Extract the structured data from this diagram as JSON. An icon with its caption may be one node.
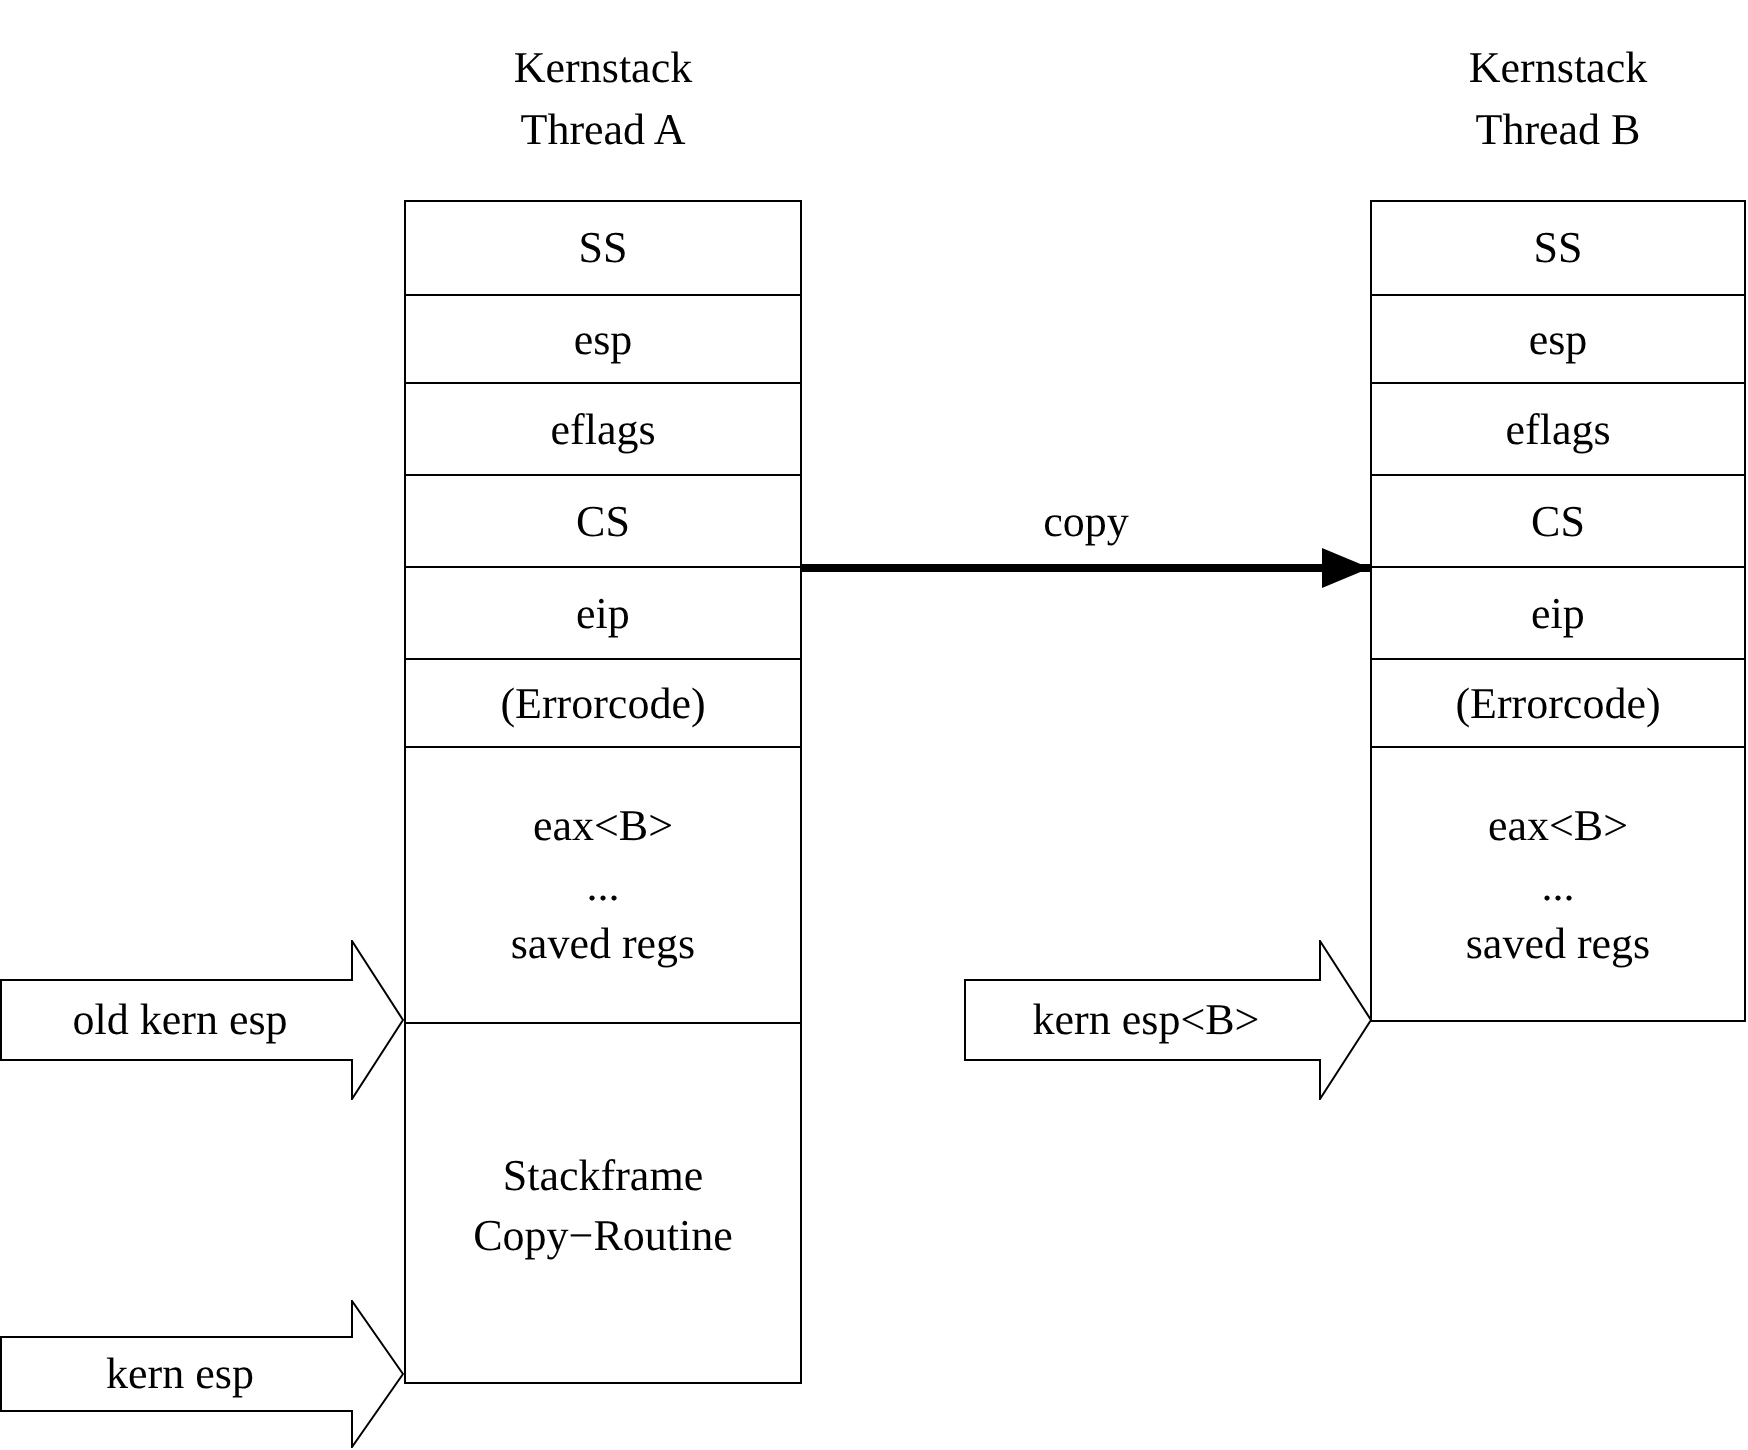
{
  "diagram": {
    "nodes": [
      {
        "text": [
          "Kernstack Thread A"
        ]
      },
      {
        "text": [
          "SS"
        ],
        "in": 0
      },
      {
        "text": [
          "esp"
        ],
        "in": 0
      },
      {
        "text": [
          "eflags"
        ],
        "in": 0
      },
      {
        "text": [
          "CS"
        ],
        "in": 0
      },
      {
        "text": [
          "eip"
        ],
        "in": 0
      },
      {
        "text": [
          "(Errorcode)"
        ],
        "in": 0
      },
      {
        "text": [
          "eax<B>",
          "...",
          "saved regs"
        ],
        "in": 0
      },
      {
        "text": [
          "Stackframe Copy−Routine"
        ],
        "in": 0
      },
      {
        "text": [
          "old kern esp"
        ]
      },
      {
        "text": [
          "kern esp"
        ]
      },
      {
        "text": [
          "Kernstack Thread B"
        ]
      },
      {
        "text": [
          "SS"
        ],
        "in": 11
      },
      {
        "text": [
          "esp"
        ],
        "in": 11
      },
      {
        "text": [
          "eflags"
        ],
        "in": 11
      },
      {
        "text": [
          "CS"
        ],
        "in": 11
      },
      {
        "text": [
          "eip"
        ],
        "in": 11
      },
      {
        "text": [
          "(Errorcode)"
        ],
        "in": 11
      },
      {
        "text": [
          "eax<B>",
          "...",
          "saved regs"
        ],
        "in": 11
      },
      {
        "text": [
          "kern esp<B>"
        ]
      }
    ],
    "edges": [
      {
        "from": 0,
        "to": 11,
        "label": "copy",
        "arrow": "to"
      }
    ]
  }
}
